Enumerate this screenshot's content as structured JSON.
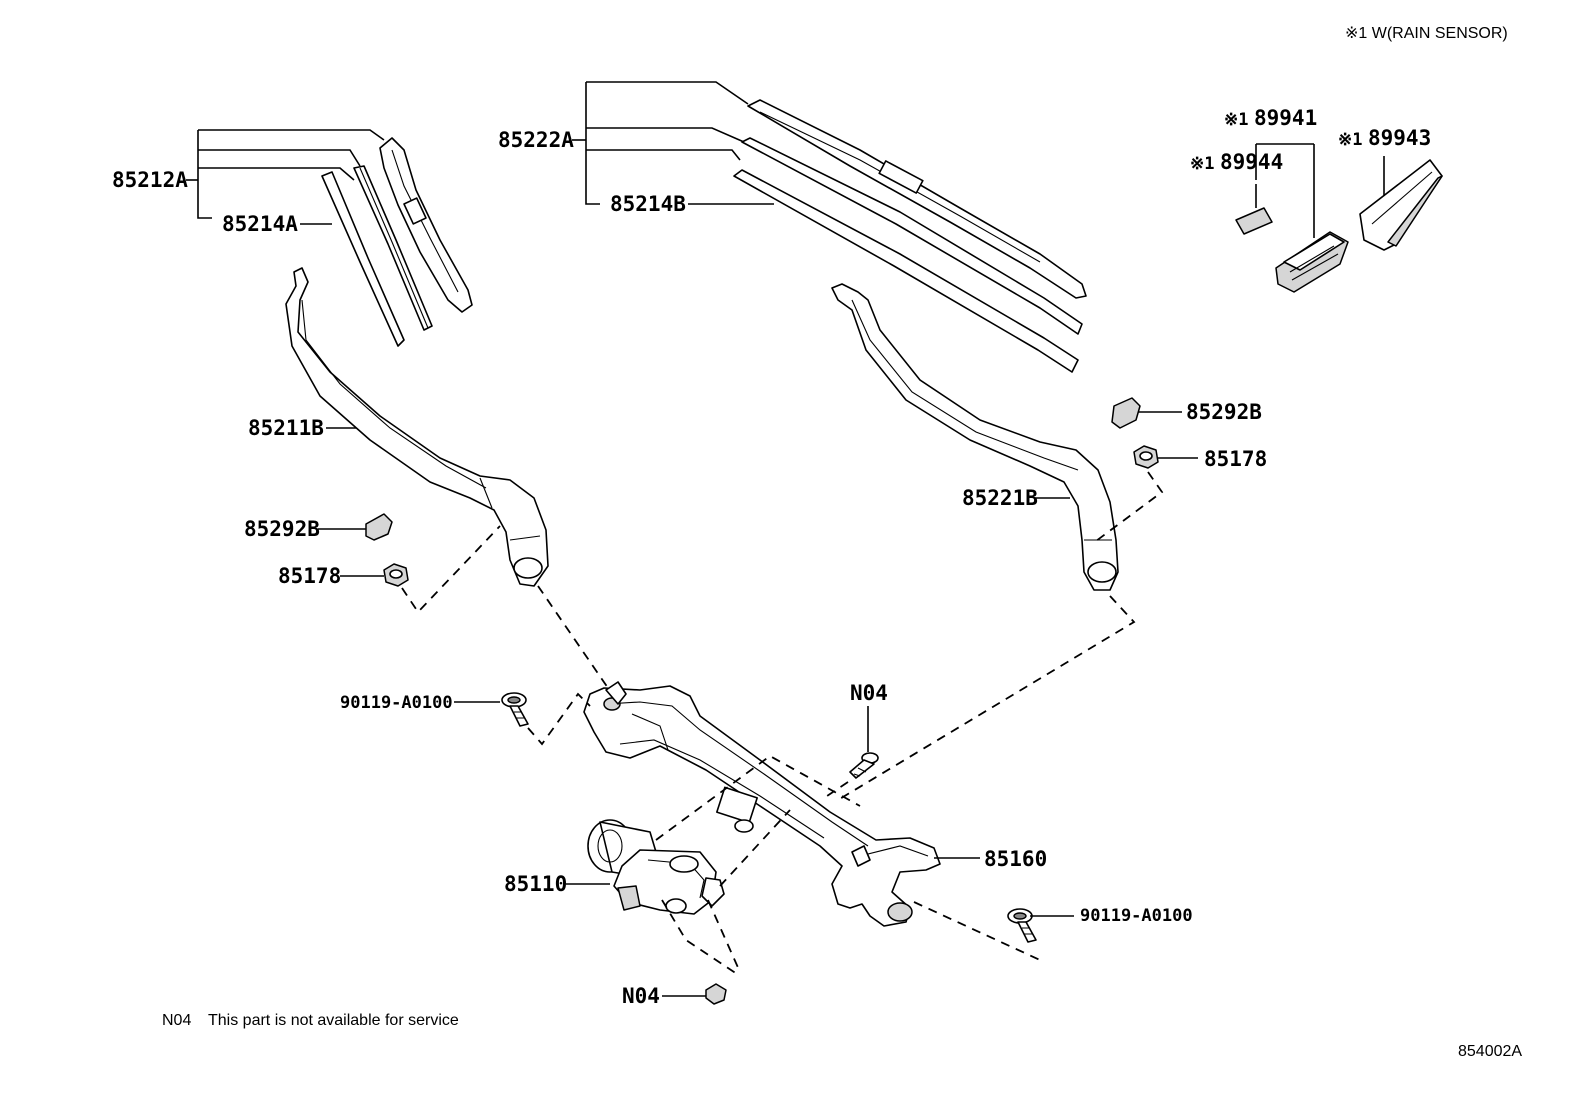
{
  "header": {
    "note": "※1 W(RAIN SENSOR)"
  },
  "labels": {
    "p85212A": "85212A",
    "p85214A": "85214A",
    "p85222A": "85222A",
    "p85214B": "85214B",
    "p89941": "89941",
    "p89944": "89944",
    "p89943": "89943",
    "p85211B": "85211B",
    "p85292B_left": "85292B",
    "p85178_left": "85178",
    "p85292B_right": "85292B",
    "p85178_right": "85178",
    "p85221B": "85221B",
    "p90119_left": "90119-A0100",
    "pN04_top": "N04",
    "p85160": "85160",
    "p85110": "85110",
    "p90119_right": "90119-A0100",
    "pN04_bottom": "N04"
  },
  "markers": {
    "p89941": "※1",
    "p89944": "※1",
    "p89943": "※1"
  },
  "footer": {
    "note_code": "N04",
    "note_text": "This part is not available for service",
    "drawing_number": "854002A"
  }
}
